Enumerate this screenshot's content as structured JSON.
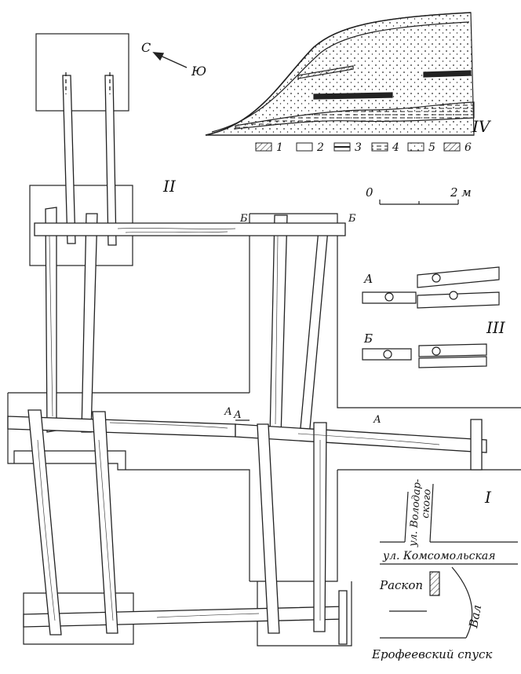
{
  "panels": {
    "plan": "II",
    "section": "IV",
    "joints": "III",
    "location": "I"
  },
  "compass": {
    "north": "С",
    "south": "Ю"
  },
  "legend": {
    "items": [
      "1",
      "2",
      "3",
      "4",
      "5",
      "6"
    ]
  },
  "scale": {
    "start": "0",
    "end": "2 м"
  },
  "section_marks": {
    "a": "А",
    "b": "Б"
  },
  "joint_rows": {
    "a": "А",
    "b": "Б"
  },
  "map": {
    "street_a": "ул. Володар-",
    "street_a2": "ского",
    "street_b": "ул. Комсомольская",
    "excavation": "Раскоп",
    "rampart": "Вал",
    "descent": "Ерофеевский спуск"
  }
}
